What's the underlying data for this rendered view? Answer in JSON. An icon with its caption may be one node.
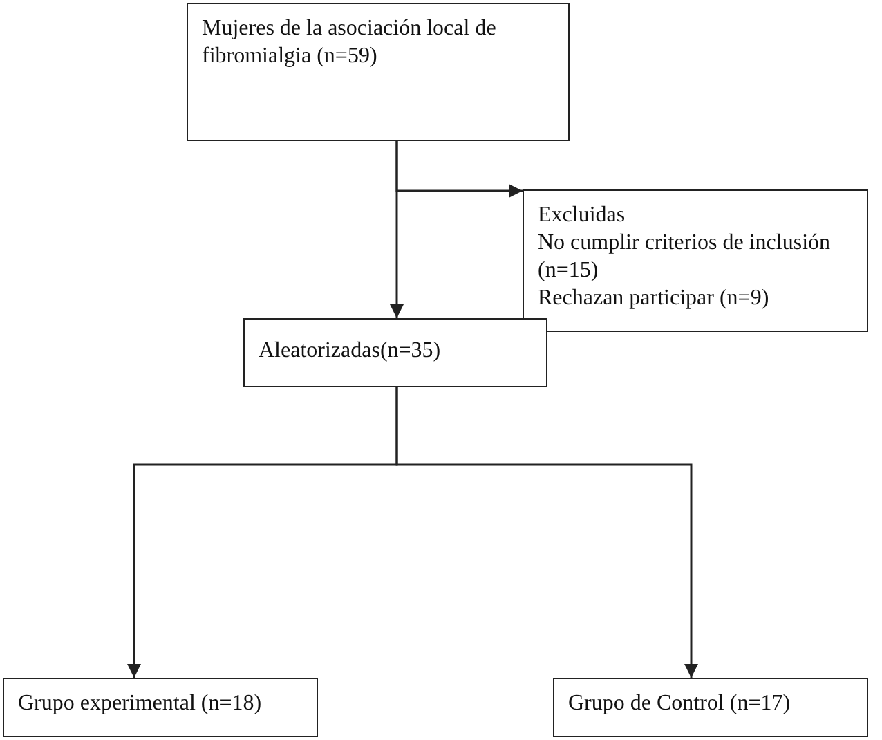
{
  "diagram": {
    "nodes": [
      {
        "text": [
          "Mujeres de la asociación local de fibromialgia (n=59)"
        ]
      },
      {
        "text": [
          "Excluidas",
          "No cumplir criterios de inclusión (n=15)",
          "Rechazan participar (n=9)"
        ]
      },
      {
        "text": [
          "Aleatorizadas(n=35)"
        ]
      },
      {
        "text": [
          "Grupo experimental (n=18)"
        ]
      },
      {
        "text": [
          "Grupo de Control (n=17)"
        ]
      }
    ],
    "edges": [
      {
        "from": 0,
        "to": 2,
        "arrow": "to"
      },
      {
        "from": 0,
        "to": 1,
        "arrow": "to"
      },
      {
        "from": 2,
        "to": 3,
        "arrow": "to"
      },
      {
        "from": 2,
        "to": 4,
        "arrow": "to"
      }
    ]
  }
}
